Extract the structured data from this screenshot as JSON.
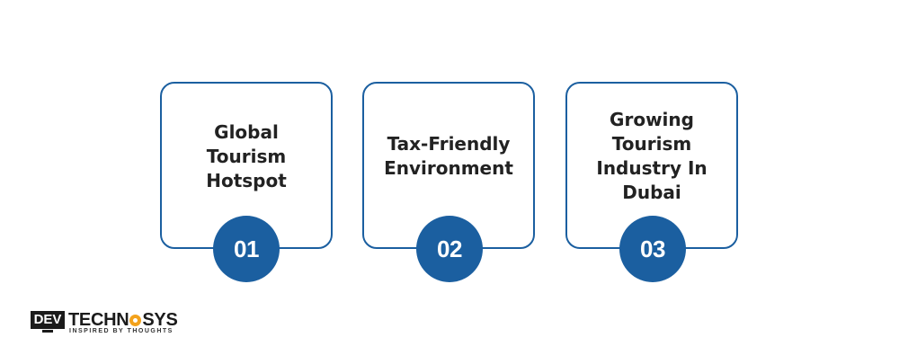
{
  "cards": [
    {
      "lines": [
        "Global",
        "Tourism",
        "Hotspot"
      ],
      "number": "01"
    },
    {
      "lines": [
        "Tax-Friendly",
        "Environment"
      ],
      "number": "02"
    },
    {
      "lines": [
        "Growing",
        "Tourism",
        "Industry In",
        "Dubai"
      ],
      "number": "03"
    }
  ],
  "logo": {
    "box_text": "DEV",
    "word_start": "TECHN",
    "word_end": "SYS",
    "tagline": "INSPIRED BY THOUGHTS"
  },
  "colors": {
    "accent": "#1b5fa0",
    "logo_dark": "#1b1b1b",
    "logo_orange": "#f3a21b",
    "text": "#222222"
  }
}
